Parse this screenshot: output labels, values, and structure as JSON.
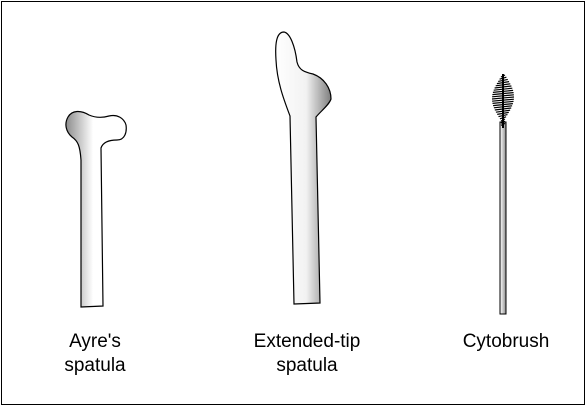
{
  "figure": {
    "instruments": [
      {
        "name": "ayres-spatula",
        "label_lines": [
          "Ayre's",
          "spatula"
        ]
      },
      {
        "name": "extended-tip-spatula",
        "label_lines": [
          "Extended-tip",
          "spatula"
        ]
      },
      {
        "name": "cytobrush",
        "label_lines": [
          "Cytobrush"
        ]
      }
    ]
  },
  "colors": {
    "outline": "#000000",
    "fill_light": "#ffffff",
    "fill_shadow": "#8c8c8c",
    "background": "#ffffff"
  }
}
